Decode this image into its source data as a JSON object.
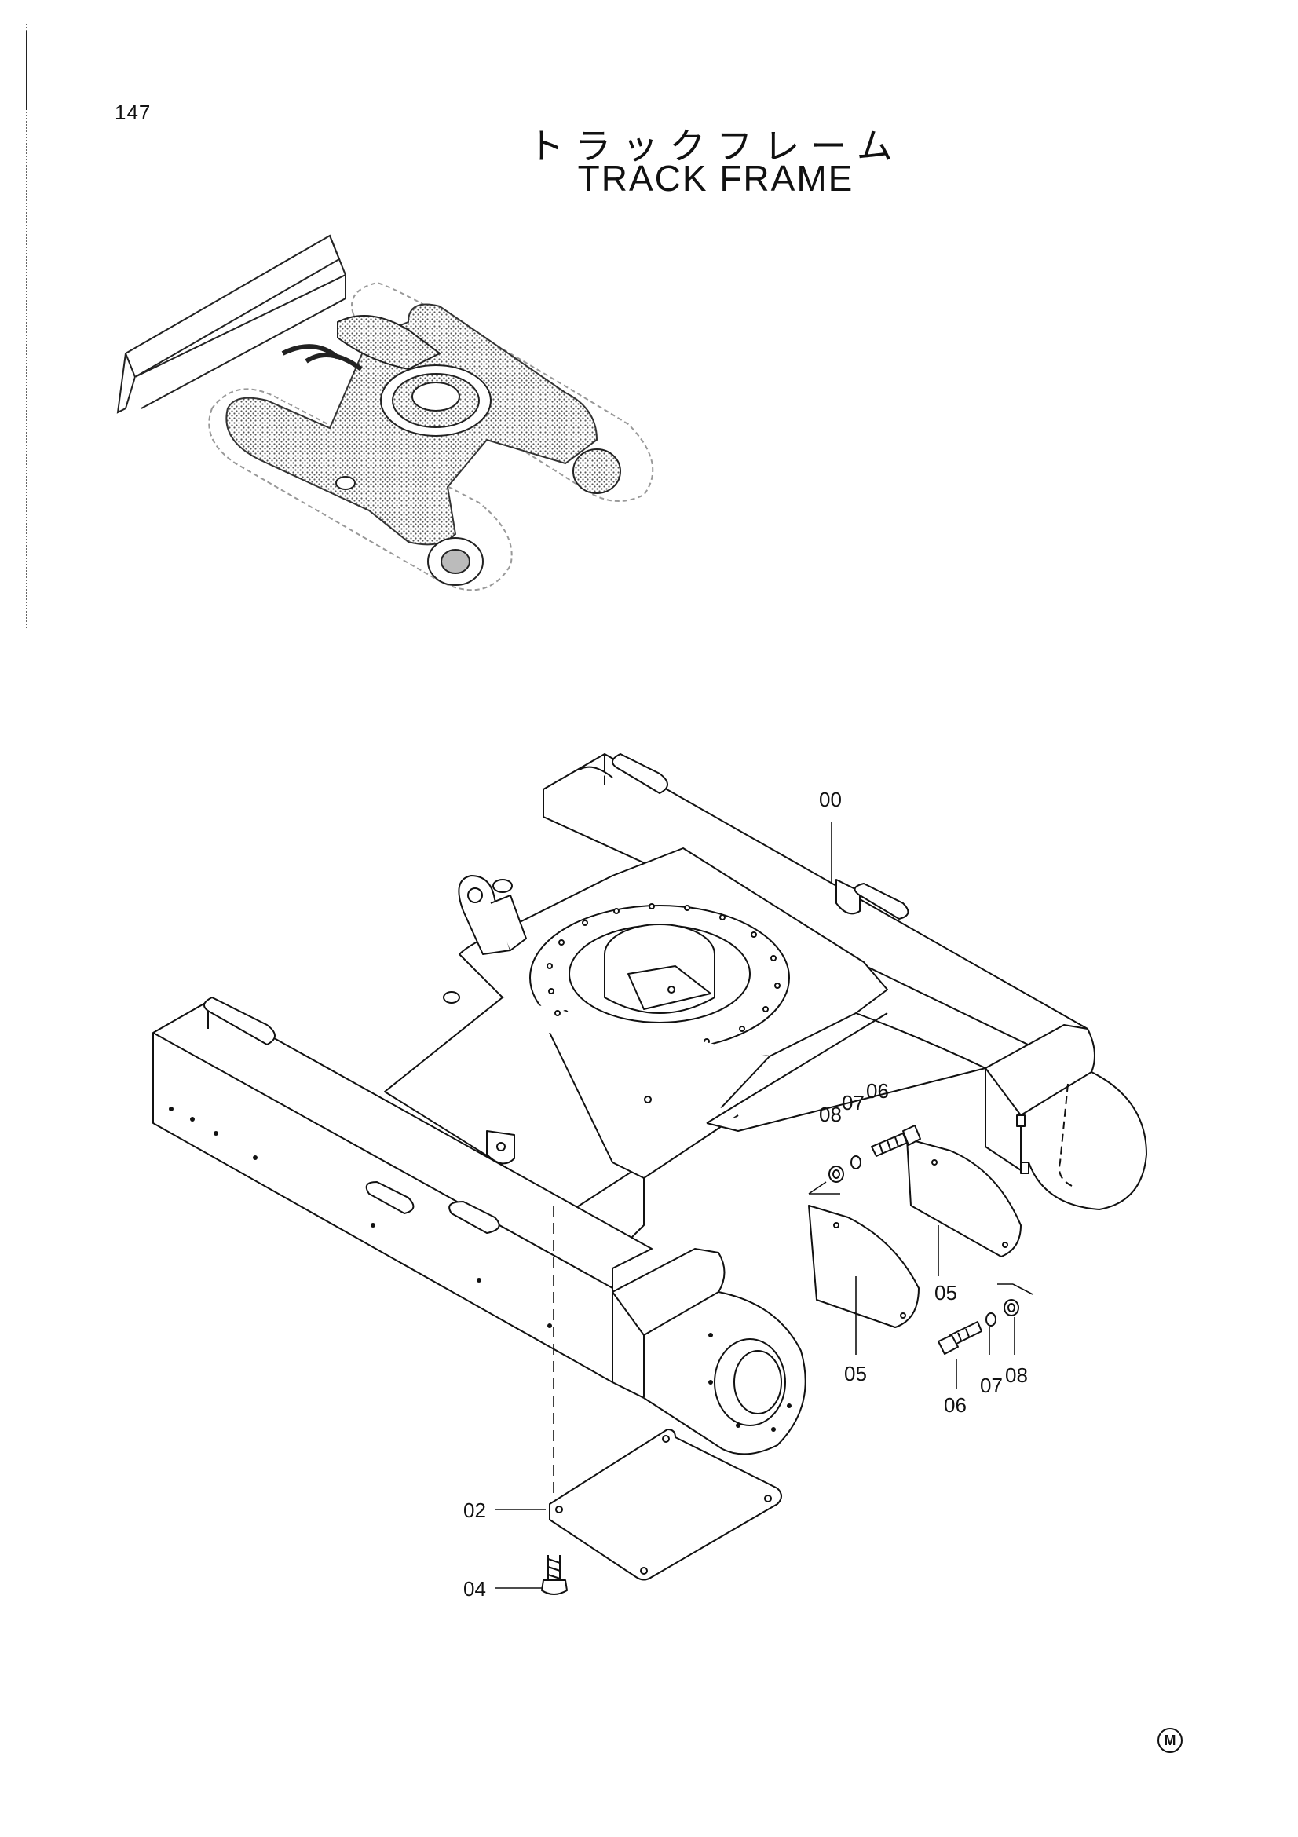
{
  "page": {
    "number": "147",
    "title_ja": "トラックフレーム",
    "title_en": "TRACK FRAME",
    "maker_mark": "M"
  },
  "callouts": [
    {
      "id": "00",
      "label": "00"
    },
    {
      "id": "02",
      "label": "02"
    },
    {
      "id": "04",
      "label": "04"
    },
    {
      "id": "05a",
      "label": "05"
    },
    {
      "id": "05b",
      "label": "05"
    },
    {
      "id": "06a",
      "label": "06"
    },
    {
      "id": "06b",
      "label": "06"
    },
    {
      "id": "07a",
      "label": "07"
    },
    {
      "id": "07b",
      "label": "07"
    },
    {
      "id": "08a",
      "label": "08"
    },
    {
      "id": "08b",
      "label": "08"
    }
  ]
}
